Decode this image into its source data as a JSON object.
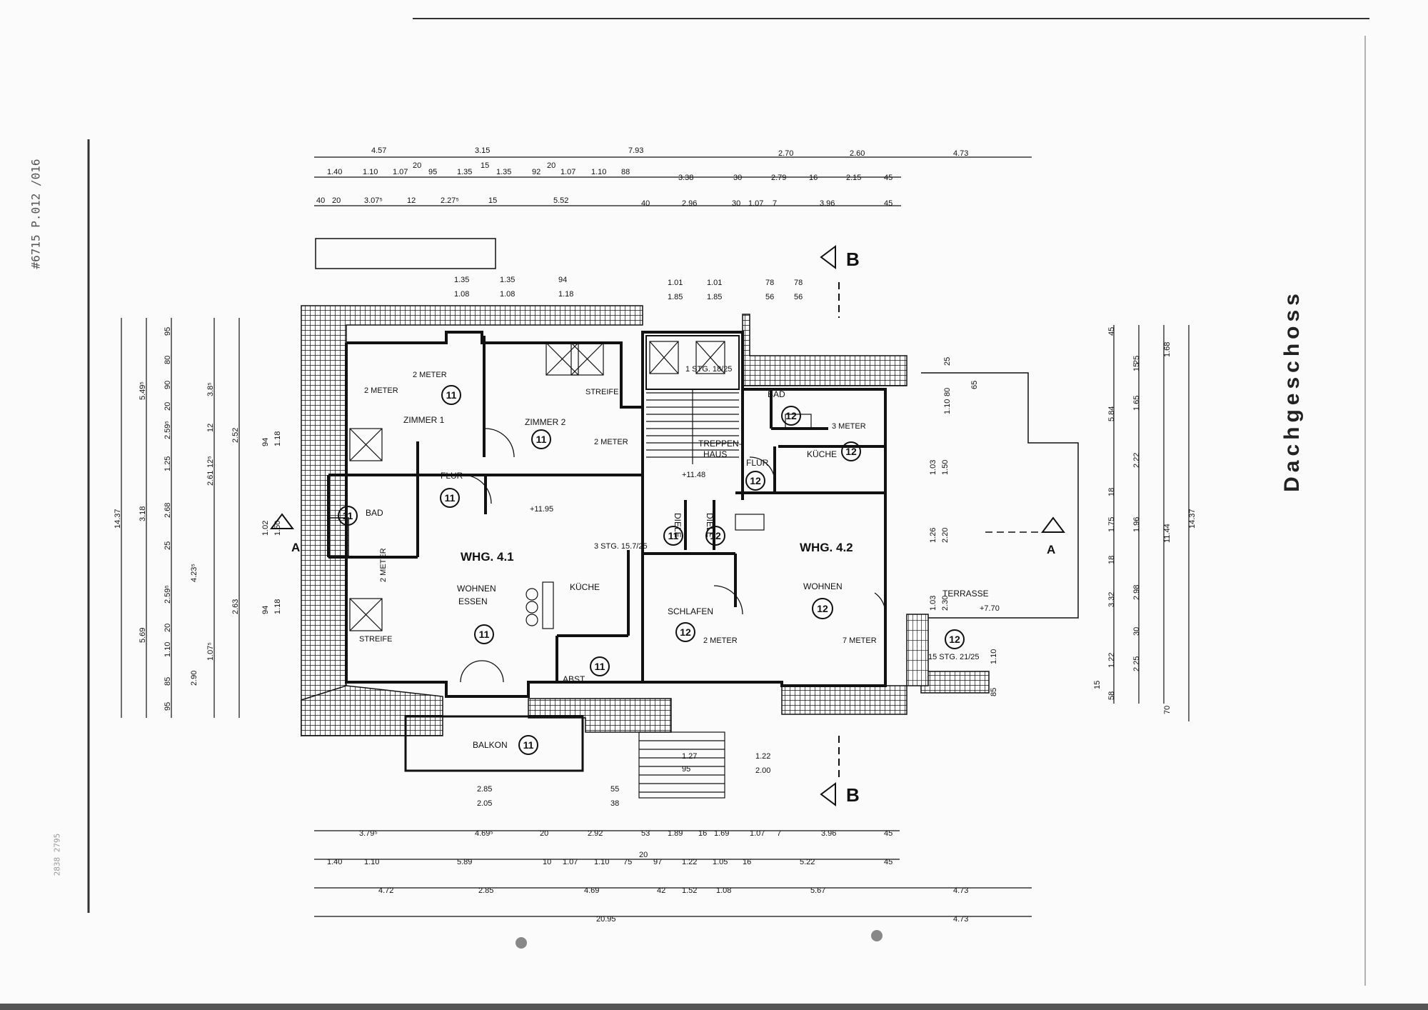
{
  "header": {
    "fax_line": "#6715 P.012 /016"
  },
  "footer": {
    "fax_mark": "2838 2795"
  },
  "title": "Dachgeschoss",
  "section_marks": {
    "a_left": "A",
    "a_right": "A",
    "b_top": "B",
    "b_bottom": "B"
  },
  "units": {
    "whg41": {
      "label": "WHG. 4.1",
      "level": "+11.95",
      "stairs": "3 STG. 15.7/25"
    },
    "whg42": {
      "label": "WHG. 4.2"
    }
  },
  "rooms": {
    "zimmer1": {
      "label": "ZIMMER 1",
      "no": "11"
    },
    "zimmer2": {
      "label": "ZIMMER 2",
      "no": "11"
    },
    "flur11": {
      "label": "FLUR",
      "no": "11"
    },
    "bad11": {
      "label": "BAD",
      "no": "11"
    },
    "wohnen11": {
      "label": "WOHNEN",
      "label2": "ESSEN",
      "no": "11"
    },
    "kueche11": {
      "label": "KÜCHE"
    },
    "abst": {
      "label": "ABST",
      "no": "11"
    },
    "balkon": {
      "label": "BALKON",
      "no": "11"
    },
    "treppe": {
      "label": "TREPPEN-",
      "label2": "HAUS",
      "level": "+11.48",
      "stairs": "1 STG. 18/25"
    },
    "diele11": {
      "label": "DIELE",
      "no": "11"
    },
    "diele12": {
      "label": "DIELE",
      "no": "12"
    },
    "bad12": {
      "label": "BAD",
      "no": "12"
    },
    "kueche12": {
      "label": "KÜCHE",
      "no": "12"
    },
    "flur12": {
      "label": "FLUR",
      "no": "12"
    },
    "schlafen": {
      "label": "SCHLAFEN",
      "no": "12"
    },
    "wohnen12": {
      "label": "WOHNEN",
      "no": "12"
    },
    "terrasse": {
      "label": "TERRASSE",
      "level": "+7.70",
      "no": "12",
      "stairs": "15 STG. 21/25"
    }
  },
  "notes": {
    "meter2a": "2 METER",
    "meter2b": "2 METER",
    "meter2c": "2 METER",
    "meter2d": "2 METER",
    "meter3": "3 METER",
    "meter2e": "2 METER",
    "streife1": "STREIFE",
    "streife2": "STREIFE",
    "stepdn": "7 METER"
  },
  "dims_top": {
    "row1": [
      "4.57",
      "3.15",
      "7.93",
      "2.70",
      "2.60",
      "4.73"
    ],
    "row2": [
      "1.40",
      "1.10",
      "1.07",
      "20",
      "95",
      "1.35",
      "15",
      "1.35",
      "92",
      "20",
      "1.07",
      "1.10",
      "88",
      "3.38",
      "30",
      "2.79",
      "16",
      "2.15",
      "45"
    ],
    "row3": [
      "40",
      "20",
      "3.07⁵",
      "12",
      "2.27⁵",
      "15",
      "5.52",
      "40",
      "2.96",
      "30",
      "1.07",
      "7",
      "3.96",
      "45"
    ],
    "small": [
      "1.35",
      "1.08",
      "1.35",
      "1.08",
      "94",
      "1.18",
      "1.01",
      "1.85",
      "1.01",
      "1.85",
      "78",
      "56",
      "78",
      "56"
    ]
  },
  "dims_bottom": {
    "row1": [
      "3.79⁵",
      "4.69⁵",
      "20",
      "2.92",
      "53",
      "1.89",
      "16",
      "1.69",
      "1.07",
      "7",
      "3.96",
      "45"
    ],
    "row2": [
      "1.40",
      "1.10",
      "5.89",
      "10",
      "1.07",
      "1.10",
      "75",
      "20",
      "97",
      "1.22",
      "1.05",
      "16",
      "5.22",
      "45"
    ],
    "row3": [
      "4.72",
      "2.85",
      "4.69",
      "42",
      "1.52",
      "1.08",
      "5.67",
      "4.73"
    ],
    "row4": [
      "20.95",
      "4.73"
    ],
    "small": [
      "2.85",
      "2.05",
      "55",
      "38",
      "1.27",
      "95",
      "1.22",
      "2.00"
    ]
  },
  "dims_left": [
    "14.37",
    "3.18",
    "5.69",
    "5.49⁵",
    "95",
    "80",
    "90",
    "20",
    "2.59⁵",
    "1.25",
    "2.68",
    "25",
    "4.23⁵",
    "2.59⁵",
    "20",
    "1.10",
    "85",
    "95",
    "2.90",
    "1.07⁵",
    "3.8⁵",
    "12",
    "2.61",
    "12⁵",
    "2.52",
    "2.63",
    "94",
    "1.18",
    "1.02",
    "1.50",
    "94",
    "1.18"
  ],
  "dims_right": [
    "14.37",
    "11.44",
    "5.84",
    "3.32",
    "2.25",
    "1.68",
    "25",
    "1.65",
    "15",
    "2.22",
    "1.96",
    "2.98",
    "1.75",
    "18",
    "18",
    "30",
    "1.22",
    "58",
    "70",
    "45",
    "15",
    "25",
    "80",
    "1.10",
    "65",
    "1.03",
    "1.50",
    "1.26",
    "2.20",
    "1.03",
    "2.30",
    "1.10",
    "85"
  ]
}
